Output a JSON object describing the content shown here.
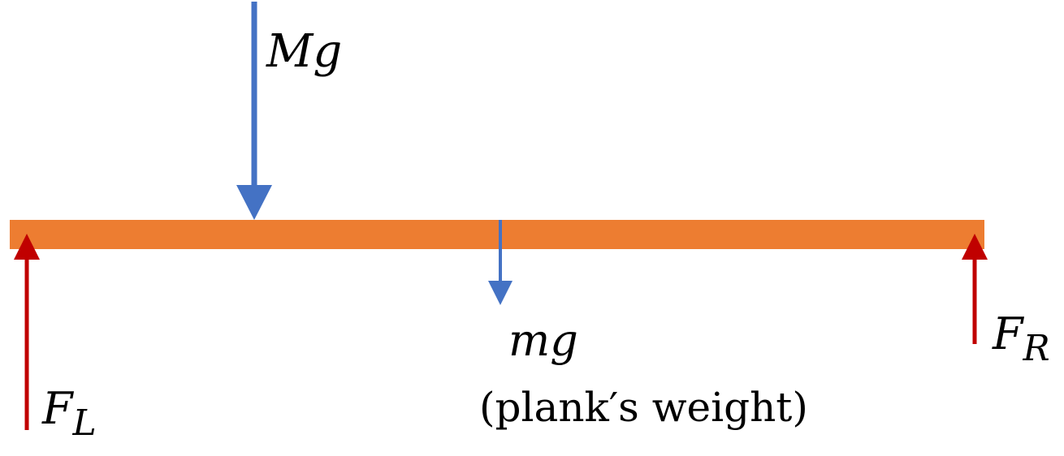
{
  "colors": {
    "plank": "#ED7D31",
    "weight_arrow": "#4472C4",
    "support_arrow": "#C00000",
    "text": "#000000"
  },
  "labels": {
    "mass_weight": {
      "base": "Mg"
    },
    "plank_weight": {
      "base": "mg",
      "caption": "(plank′s weight)"
    },
    "left_force": {
      "base": "F",
      "sub": "L"
    },
    "right_force": {
      "base": "F",
      "sub": "R"
    }
  }
}
